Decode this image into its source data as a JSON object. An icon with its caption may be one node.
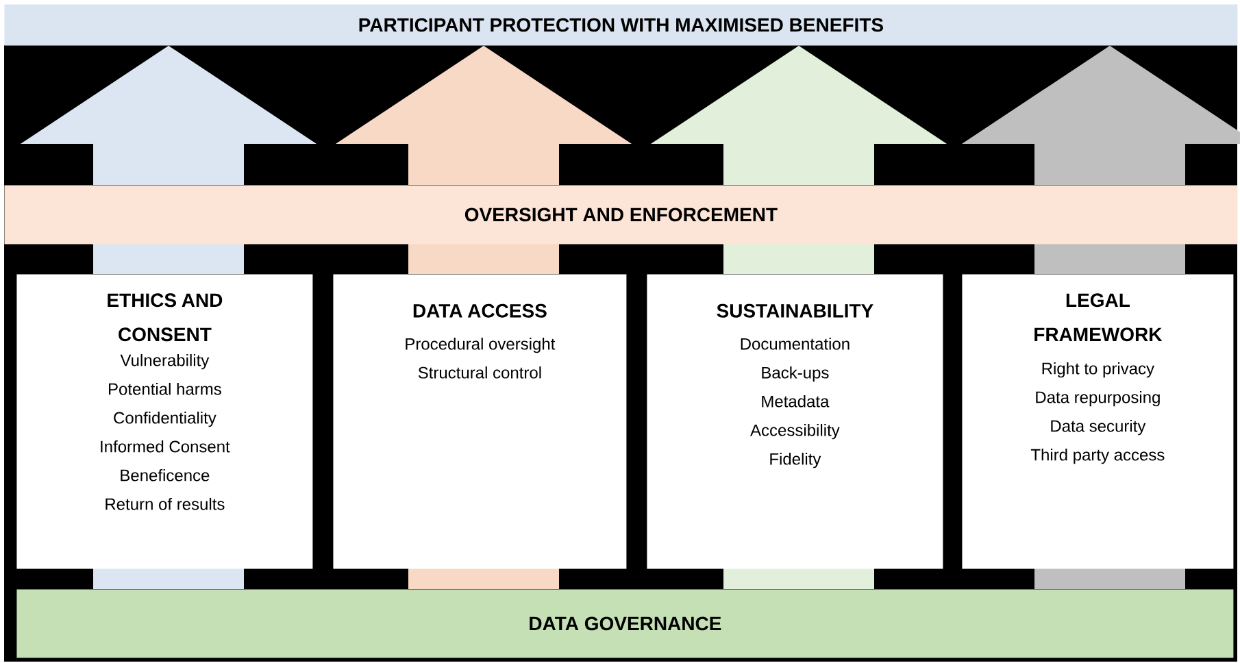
{
  "diagram": {
    "nodes": [
      {
        "text": [
          "PARTICIPANT PROTECTION WITH MAXIMISED BENEFITS"
        ]
      },
      {
        "text": [
          "OVERSIGHT AND ENFORCEMENT"
        ]
      },
      {
        "text": [
          "ETHICS AND CONSENT",
          "Vulnerability",
          "Potential harms",
          "Confidentiality",
          "Informed Consent",
          "Beneficence",
          "Return of results"
        ]
      },
      {
        "text": [
          "DATA ACCESS",
          "Procedural oversight",
          "Structural control"
        ]
      },
      {
        "text": [
          "SUSTAINABILITY",
          "Documentation",
          "Back-ups",
          "Metadata",
          "Accessibility",
          "Fidelity"
        ]
      },
      {
        "text": [
          "LEGAL FRAMEWORK",
          "Right to privacy",
          "Data repurposing",
          "Data security",
          "Third party access"
        ]
      },
      {
        "text": [
          "DATA GOVERNANCE"
        ]
      }
    ],
    "edges": [
      {
        "from": 1,
        "to": 0,
        "arrow": "to",
        "color": "#dce6f2"
      },
      {
        "from": 1,
        "to": 0,
        "arrow": "to",
        "color": "#f8d9c6"
      },
      {
        "from": 1,
        "to": 0,
        "arrow": "to",
        "color": "#e2efda"
      },
      {
        "from": 1,
        "to": 0,
        "arrow": "to",
        "color": "#bfbfbf"
      }
    ]
  }
}
